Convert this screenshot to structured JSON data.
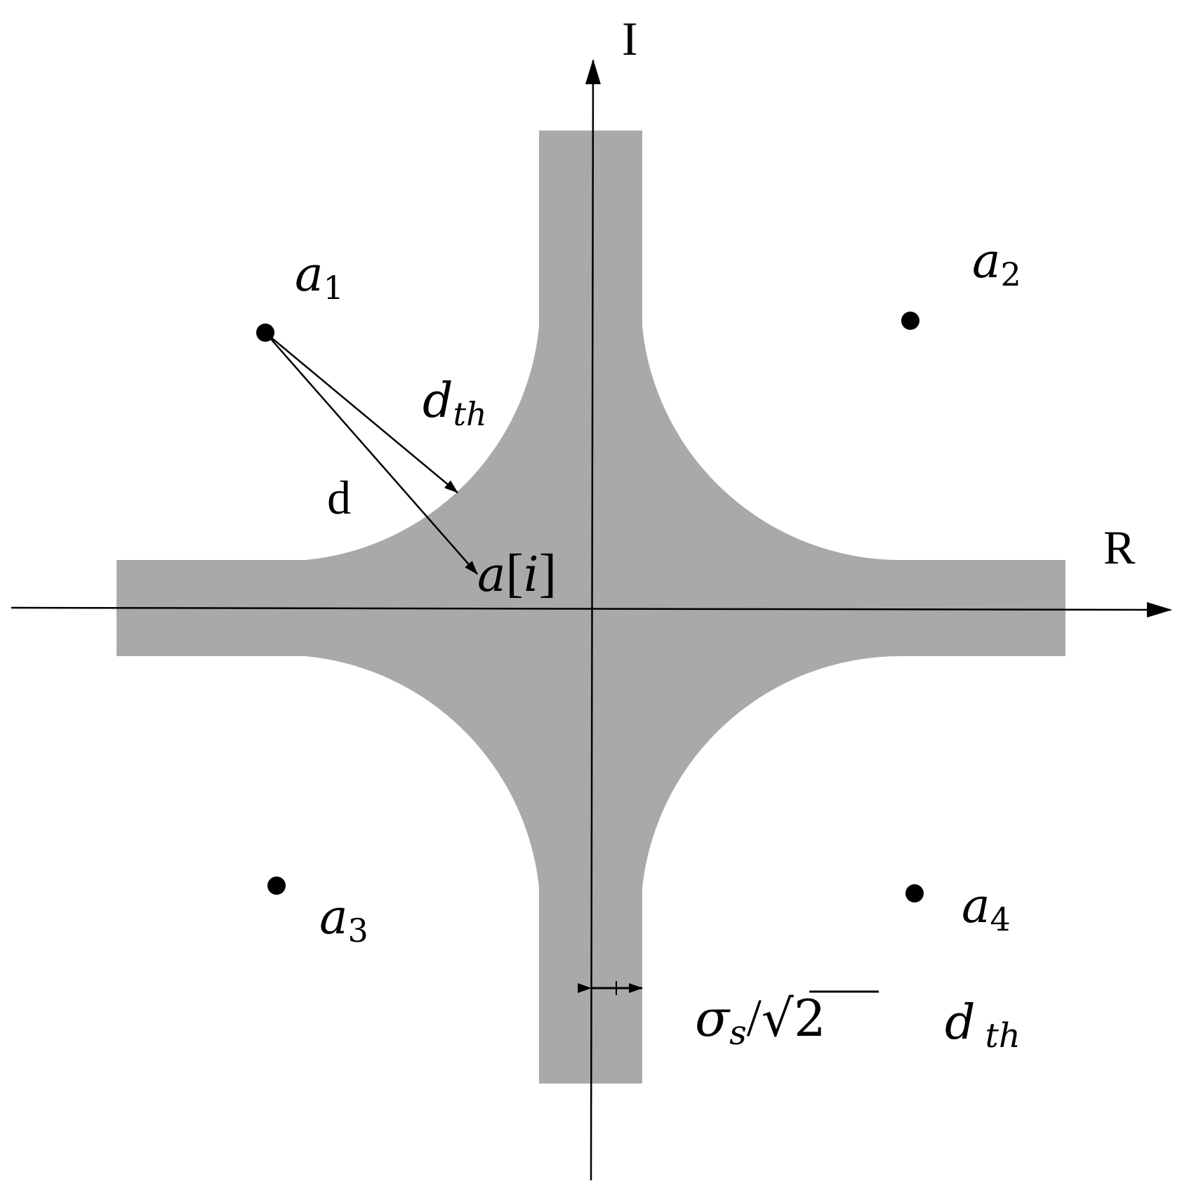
{
  "axes": {
    "real_label": "R",
    "imaginary_label": "I"
  },
  "colors": {
    "region_fill": "#a9a9a9",
    "ink": "#000000",
    "background": "#ffffff"
  },
  "symbols": {
    "a1": {
      "base": "a",
      "sub": "1"
    },
    "a2": {
      "base": "a",
      "sub": "2"
    },
    "a3": {
      "base": "a",
      "sub": "3"
    },
    "a4": {
      "base": "a",
      "sub": "4"
    }
  },
  "labels": {
    "d": "d",
    "d_th": {
      "base": "d",
      "sub": "th"
    },
    "received": {
      "base": "a",
      "open": "[",
      "index": "i",
      "close": "]"
    },
    "width": {
      "sigma": "σ",
      "sub": "s",
      "slash": "/",
      "sqrt": "√",
      "radicand": "2"
    },
    "d_th_legend": {
      "base": "d",
      "sub": "th"
    }
  }
}
